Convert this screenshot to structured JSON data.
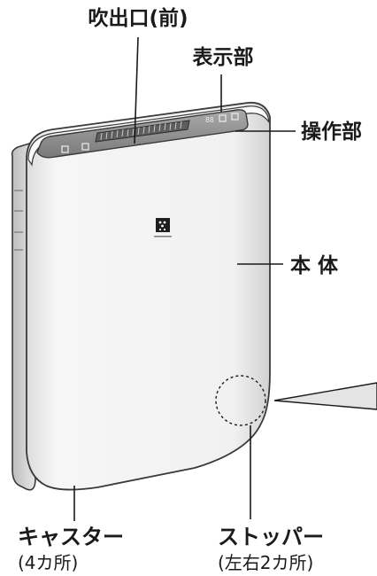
{
  "labels": {
    "outlet": "吹出口(前)",
    "display": "表示部",
    "controls": "操作部",
    "body": "本 体",
    "caster": "キャスター",
    "caster_note": "(4カ所)",
    "stopper": "ストッパー",
    "stopper_note": "(左右2カ所)"
  },
  "colors": {
    "housing": "#f4f4f4",
    "outline": "#3a3a3a",
    "top_panel": "#8c8c8c",
    "label": "#1a1a1a"
  },
  "icons": {
    "logo": "sharp-logo-icon",
    "digits": "display-digits-icon"
  }
}
